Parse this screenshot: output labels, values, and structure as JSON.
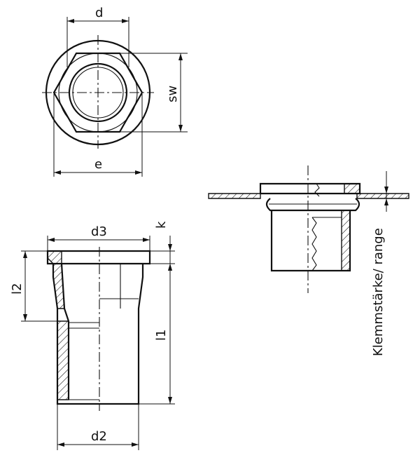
{
  "labels": {
    "d": "d",
    "sw": "sw",
    "e": "e",
    "k": "k",
    "d3": "d3",
    "l2": "l2",
    "l1": "l1",
    "d2": "d2",
    "range": "Klemmstärke/ range"
  },
  "colors": {
    "line": "#111111",
    "background": "#ffffff"
  }
}
